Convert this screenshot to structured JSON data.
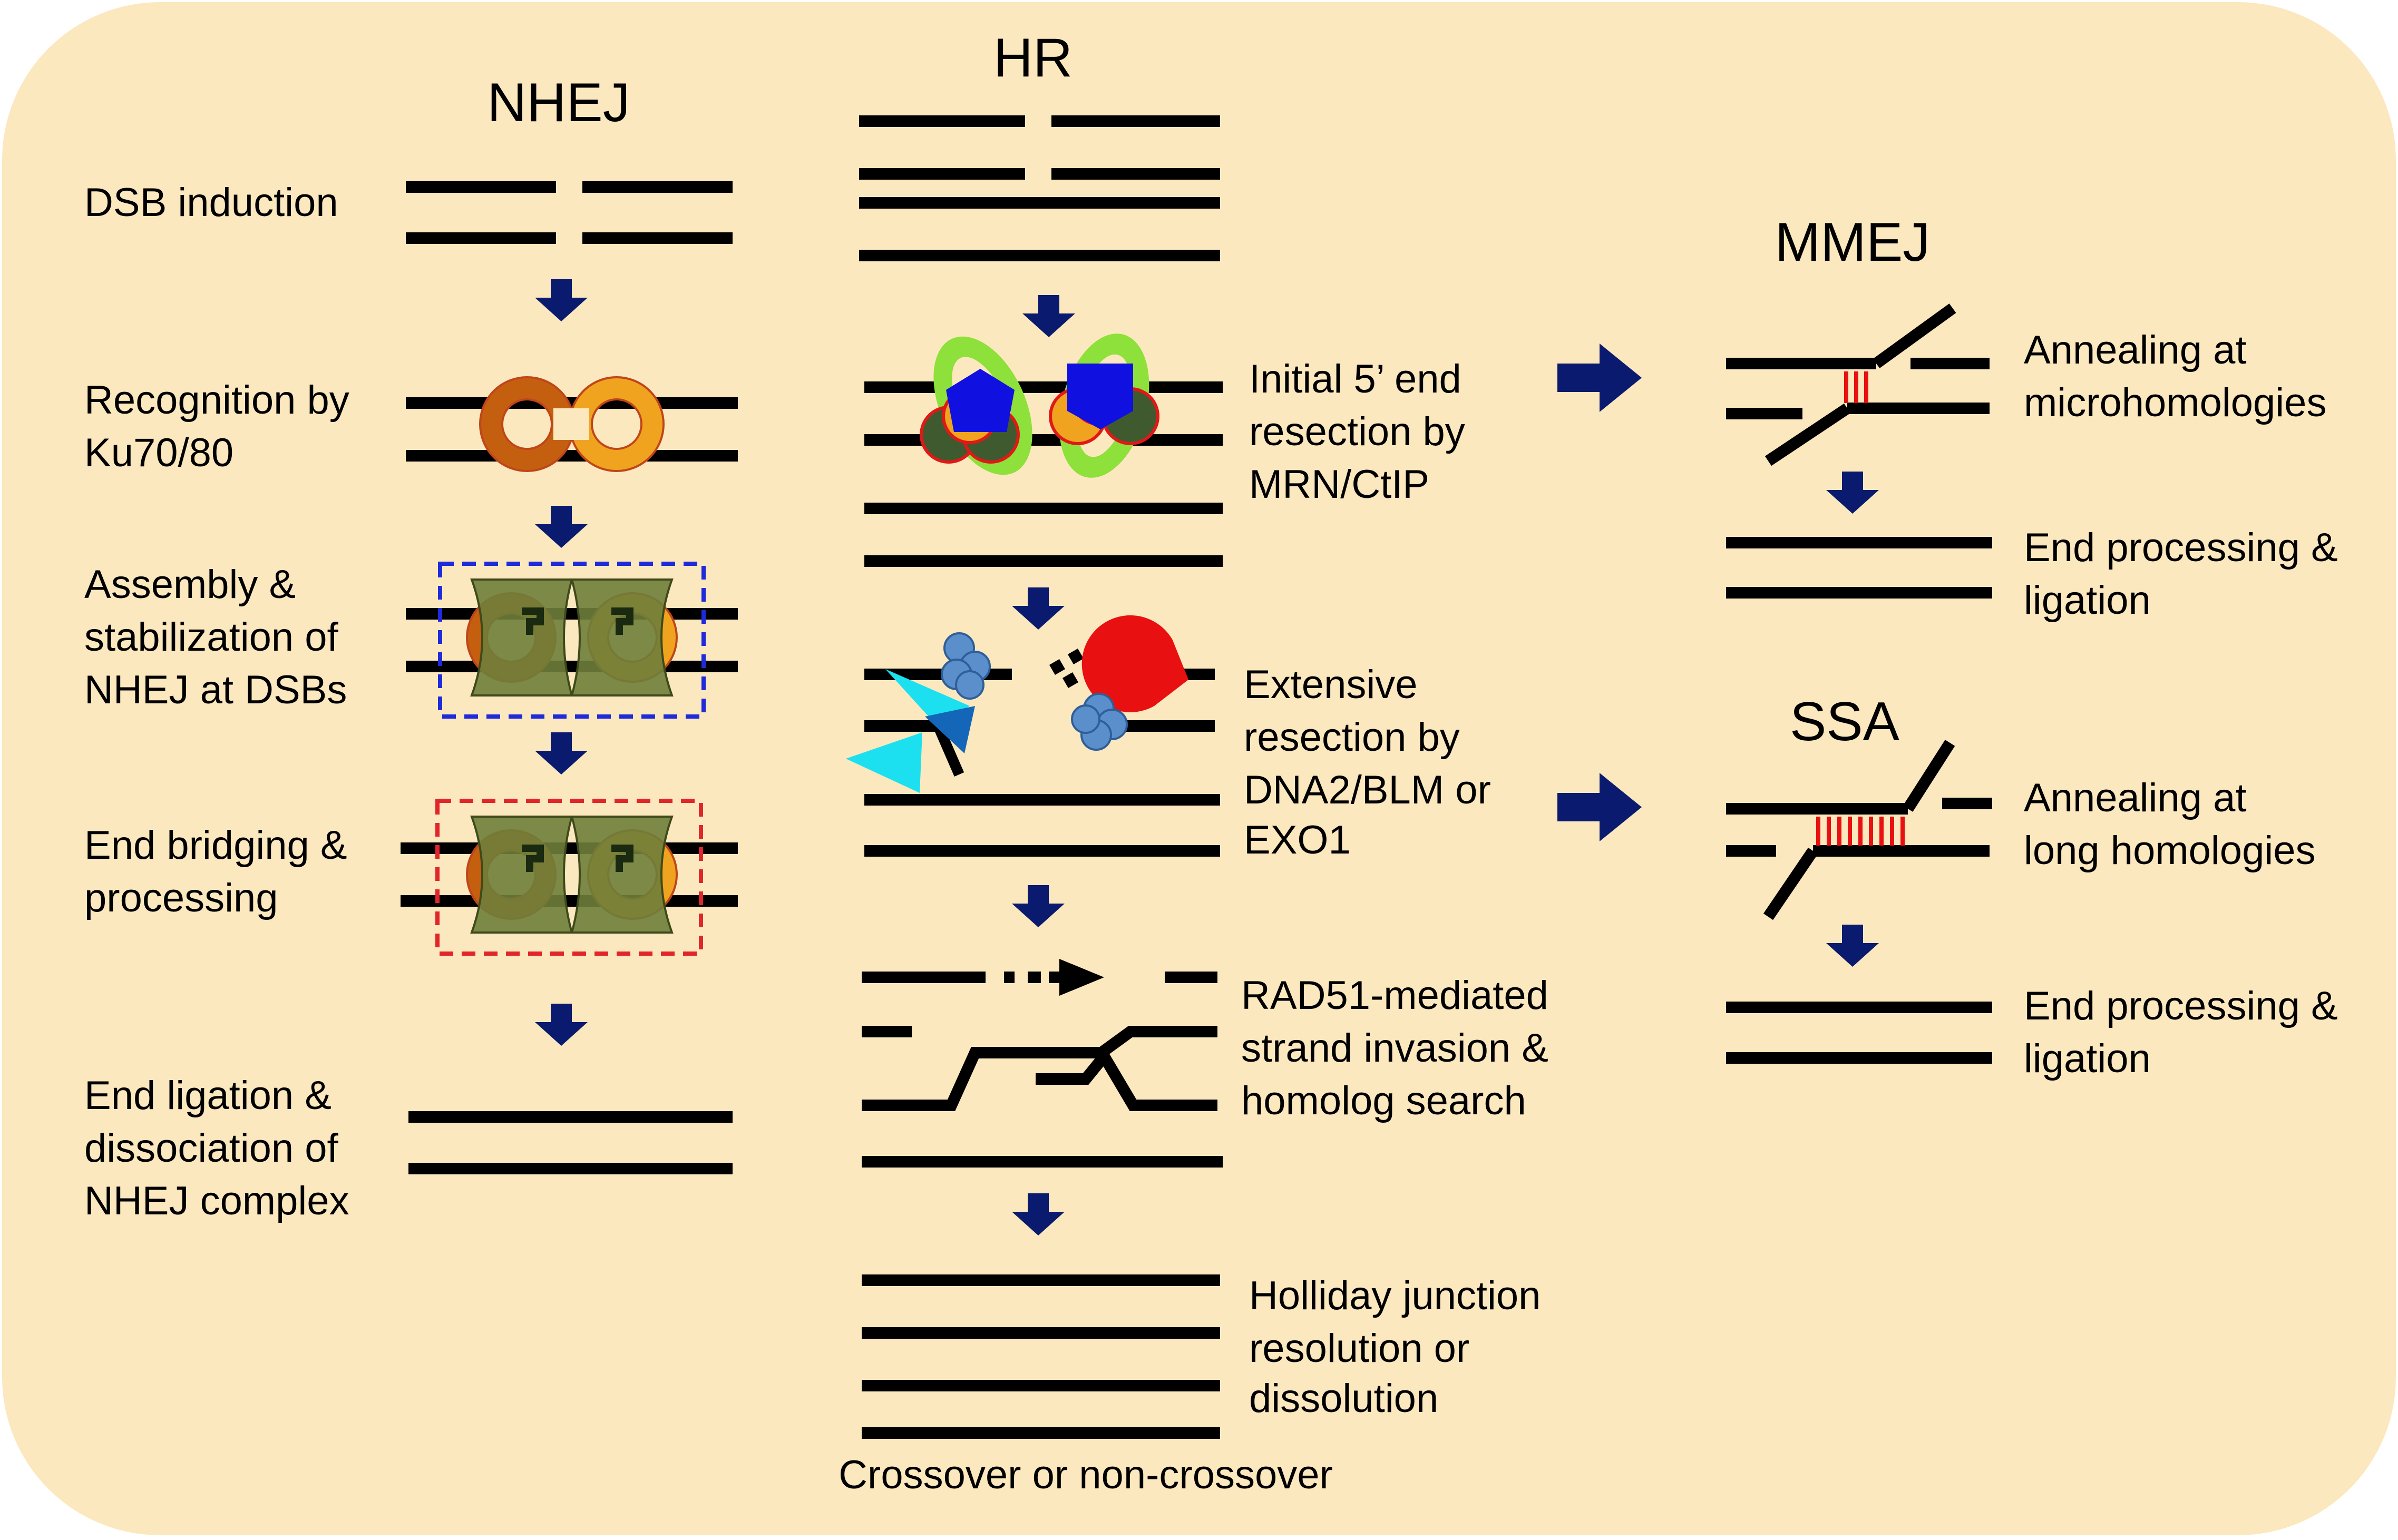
{
  "colors": {
    "background": "#FCE8BE",
    "dna": "#000000",
    "arrow": "#0A1A6E",
    "ku_orange": "#F0A31E",
    "ku_dark": "#C55F10",
    "ku_outline": "#C0451A",
    "nhej_complex": "#6E7E3A",
    "blue_box": "#1F2BD9",
    "red_box": "#E0262A",
    "mrn_green": "#8EE03A",
    "mrn_blue": "#1010E0",
    "mrn_dark": "#3F5A2E",
    "exo_red": "#E81010",
    "exo_blue": "#5B8FCC",
    "dna2_cyan": "#1CE0F0",
    "dna2_blue": "#1466B8",
    "homology_red": "#E81010"
  },
  "nhej": {
    "title": "NHEJ",
    "step1": [
      "DSB induction"
    ],
    "step2": [
      "Recognition by",
      "Ku70/80"
    ],
    "step3": [
      "Assembly &",
      "stabilization of",
      "NHEJ at DSBs"
    ],
    "step4": [
      "End bridging &",
      "processing"
    ],
    "step5": [
      "End ligation &",
      "dissociation of",
      "NHEJ complex"
    ]
  },
  "hr": {
    "title": "HR",
    "step2": [
      "Initial 5’ end",
      "resection by",
      "MRN/CtIP"
    ],
    "step3": [
      "Extensive",
      "resection by",
      "DNA2/BLM or",
      "EXO1"
    ],
    "step4": [
      "RAD51-mediated",
      "strand invasion &",
      "homolog search"
    ],
    "step5": [
      "Holliday junction",
      "resolution or",
      "dissolution"
    ],
    "footer": "Crossover or non-crossover"
  },
  "mmej": {
    "title": "MMEJ",
    "step1": [
      "Annealing at",
      "microhomologies"
    ],
    "step2": [
      "End processing &",
      "ligation"
    ]
  },
  "ssa": {
    "title": "SSA",
    "step1": [
      "Annealing at",
      "long homologies"
    ],
    "step2": [
      "End processing &",
      "ligation"
    ]
  }
}
